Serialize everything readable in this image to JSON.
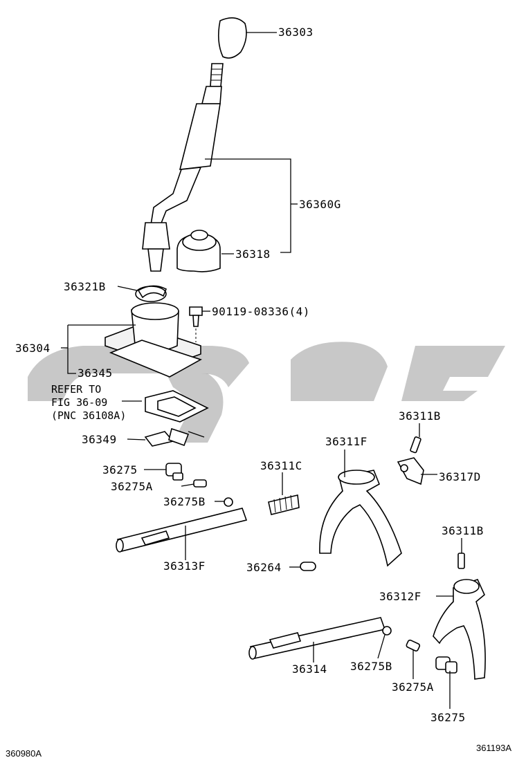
{
  "diagram": {
    "figure_id": "360980A",
    "illustration_id": "361193A",
    "watermark_color": "#9a9a9a",
    "labels": {
      "p36303": "36303",
      "p36360G": "36360G",
      "p36318": "36318",
      "p36321B": "36321B",
      "p90119": "90119-08336(4)",
      "p36304": "36304",
      "p36345": "36345",
      "refer1": "REFER TO",
      "refer2": "FIG 36-09",
      "refer3": "(PNC 36108A)",
      "p36349": "36349",
      "p36275_top": "36275",
      "p36275A_top": "36275A",
      "p36275B_top": "36275B",
      "p36313F": "36313F",
      "p36311C": "36311C",
      "p36264": "36264",
      "p36311F": "36311F",
      "p36311B_top": "36311B",
      "p36317D": "36317D",
      "p36311B_right": "36311B",
      "p36312F": "36312F",
      "p36314": "36314",
      "p36275B_bot": "36275B",
      "p36275A_bot": "36275A",
      "p36275_bot": "36275"
    }
  }
}
